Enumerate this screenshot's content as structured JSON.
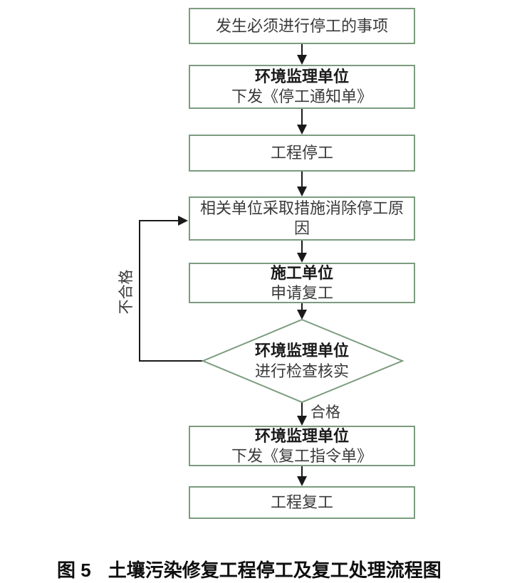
{
  "figure": {
    "caption_label": "图 5",
    "caption_title": "土壤污染修复工程停工及复工处理流程图"
  },
  "flowchart": {
    "colors": {
      "node_border": "#7b9c7e",
      "connector": "#1a1a1a",
      "text": "#3a3a3a",
      "title_text": "#1a1a1a"
    },
    "nodes": {
      "event": {
        "text": "发生必须进行停工的事项"
      },
      "stop_notice": {
        "title": "环境监理单位",
        "subtitle": "下发《停工通知单》"
      },
      "work_stop": {
        "text": "工程停工"
      },
      "eliminate": {
        "text": "相关单位采取措施消除停工原因"
      },
      "apply_resume": {
        "title": "施工单位",
        "subtitle": "申请复工"
      },
      "inspect": {
        "title": "环境监理单位",
        "subtitle": "进行检查核实"
      },
      "resume_order": {
        "title": "环境监理单位",
        "subtitle": "下发《复工指令单》"
      },
      "work_resume": {
        "text": "工程复工"
      }
    },
    "edge_labels": {
      "pass": "合格",
      "fail": "不合格"
    }
  }
}
